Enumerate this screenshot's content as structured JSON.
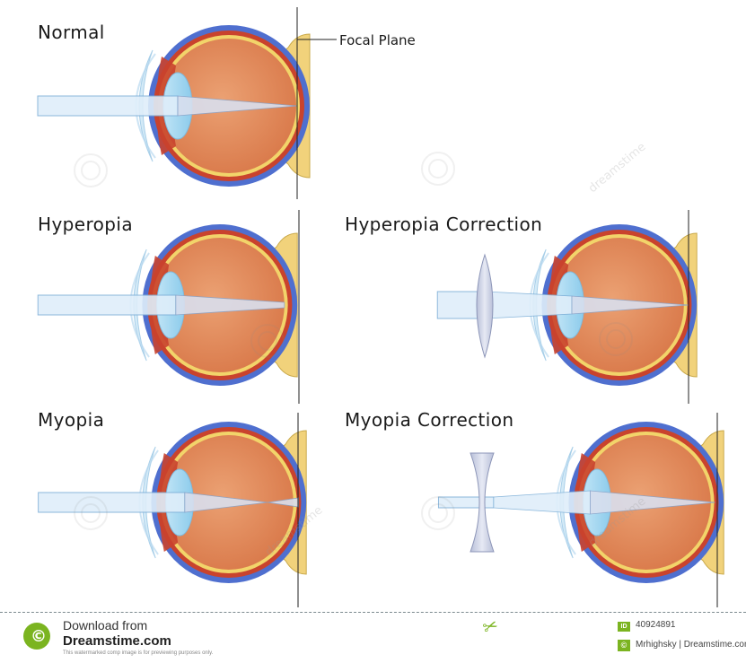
{
  "panels": {
    "normal": {
      "title": "Normal"
    },
    "hyperopia": {
      "title": "Hyperopia"
    },
    "hyperopia_correction": {
      "title": "Hyperopia Correction"
    },
    "myopia": {
      "title": "Myopia"
    },
    "myopia_correction": {
      "title": "Myopia Correction"
    }
  },
  "focal_plane_label": "Focal Plane",
  "watermark": {
    "text": "dreamstime"
  },
  "footer": {
    "download_line1": "Download from",
    "download_line2": "Dreamstime.com",
    "download_note": "This watermarked comp image is for previewing purposes only.",
    "id_badge": "ID",
    "image_id": "40924891",
    "copyright_badge": "©",
    "credit": "Mrhighsky | Dreamstime.com"
  },
  "colors": {
    "sclera": "#4f6fcf",
    "choroid": "#c9432d",
    "retina": "#f2d46a",
    "vitreous": "#e08a5a",
    "lens": "#a9d8f0",
    "beam": "#dfeefa",
    "optic_nerve": "#f1d27b"
  },
  "icons": {
    "logo": "dreamstime-logo-icon",
    "scissors": "scissors-icon"
  }
}
